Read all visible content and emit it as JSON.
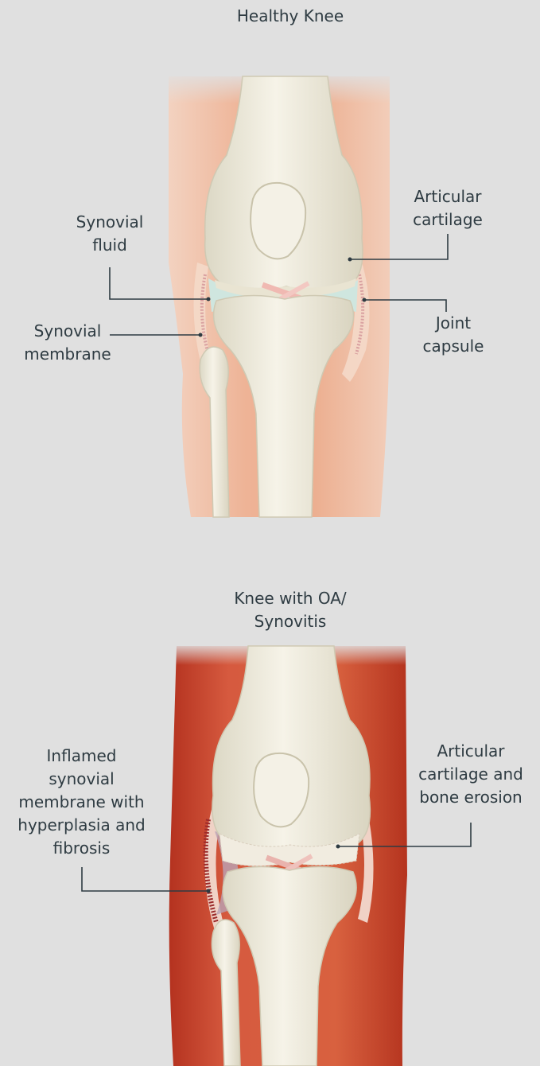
{
  "healthy": {
    "title": "Healthy Knee",
    "labels": {
      "synovial_fluid": [
        "Synovial",
        "fluid"
      ],
      "synovial_membrane": [
        "Synovial",
        "membrane"
      ],
      "articular_cartilage": [
        "Articular",
        "cartilage"
      ],
      "joint_capsule": [
        "Joint",
        "capsule"
      ]
    }
  },
  "oa": {
    "title": [
      "Knee with OA/",
      "Synovitis"
    ],
    "labels": {
      "inflamed_membrane": [
        "Inflamed",
        "synovial",
        "membrane with",
        "hyperplasia and",
        "fibrosis"
      ],
      "cartilage_erosion": [
        "Articular",
        "cartilage and",
        "bone erosion"
      ]
    }
  },
  "colors": {
    "background": "#e0e0e0",
    "healthy_tissue": "#eeb89c",
    "inflamed_tissue": "#c9452f",
    "bone": "#eeeadb",
    "cartilage_healthy": "#d8ece6",
    "leader_line": "#2e3b42"
  }
}
